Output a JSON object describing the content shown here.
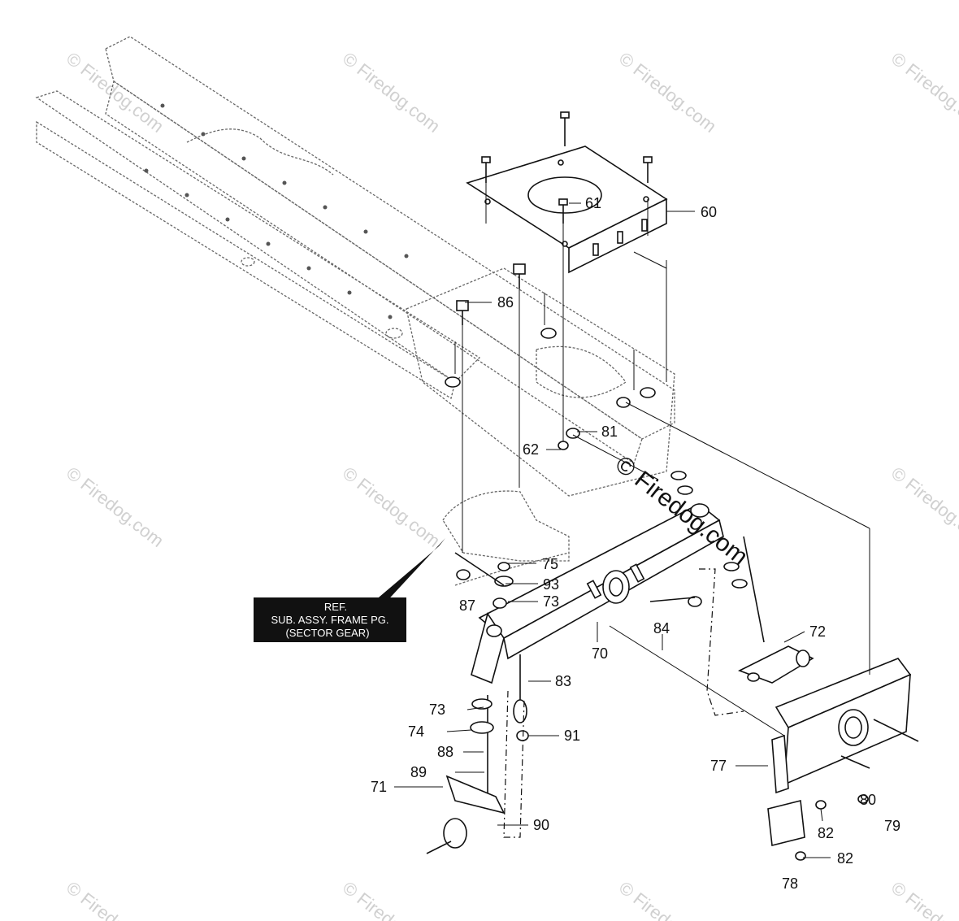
{
  "watermark": {
    "text": "© Firedog.com",
    "center_text": "© Firedog.com"
  },
  "reference_box": {
    "line1": "REF.",
    "line2": "SUB. ASSY. FRAME PG.",
    "line3": "(SECTOR GEAR)"
  },
  "callouts": [
    {
      "id": "60",
      "label": "60"
    },
    {
      "id": "61",
      "label": "61"
    },
    {
      "id": "62",
      "label": "62"
    },
    {
      "id": "70",
      "label": "70"
    },
    {
      "id": "71",
      "label": "71"
    },
    {
      "id": "72",
      "label": "72"
    },
    {
      "id": "73a",
      "label": "73"
    },
    {
      "id": "73b",
      "label": "73"
    },
    {
      "id": "74",
      "label": "74"
    },
    {
      "id": "75",
      "label": "75"
    },
    {
      "id": "77",
      "label": "77"
    },
    {
      "id": "78",
      "label": "78"
    },
    {
      "id": "79",
      "label": "79"
    },
    {
      "id": "80",
      "label": "80"
    },
    {
      "id": "81",
      "label": "81"
    },
    {
      "id": "82a",
      "label": "82"
    },
    {
      "id": "82b",
      "label": "82"
    },
    {
      "id": "83",
      "label": "83"
    },
    {
      "id": "84",
      "label": "84"
    },
    {
      "id": "86",
      "label": "86"
    },
    {
      "id": "87",
      "label": "87"
    },
    {
      "id": "88",
      "label": "88"
    },
    {
      "id": "89",
      "label": "89"
    },
    {
      "id": "90",
      "label": "90"
    },
    {
      "id": "91",
      "label": "91"
    },
    {
      "id": "93",
      "label": "93"
    }
  ]
}
